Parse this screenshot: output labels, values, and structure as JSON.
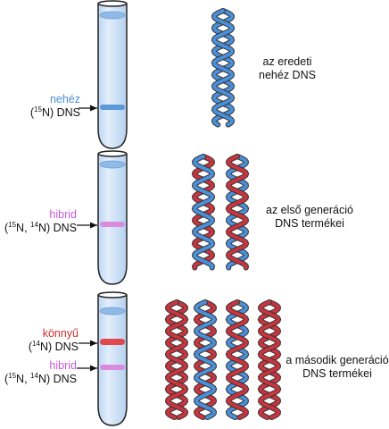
{
  "rows": [
    {
      "bands": [
        {
          "label": "nehéz",
          "color_class": "blue",
          "desc_pre": "(",
          "desc_sup1": "15",
          "desc_mid": "N) DNS",
          "desc_sup2": "",
          "desc_end": ""
        }
      ],
      "result": [
        "az eredeti",
        "nehéz DNS"
      ]
    },
    {
      "bands": [
        {
          "label": "hibrid",
          "color_class": "pink",
          "desc_pre": "(",
          "desc_sup1": "15",
          "desc_mid": "N, ",
          "desc_sup2": "14",
          "desc_end": "N) DNS"
        }
      ],
      "result": [
        "az első generáció",
        "DNS termékei"
      ]
    },
    {
      "bands": [
        {
          "label": "könnyű",
          "color_class": "red",
          "desc_pre": "(",
          "desc_sup1": "14",
          "desc_mid": "N) DNS",
          "desc_sup2": "",
          "desc_end": ""
        },
        {
          "label": "hibrid",
          "color_class": "pink",
          "desc_pre": "(",
          "desc_sup1": "15",
          "desc_mid": "N, ",
          "desc_sup2": "14",
          "desc_end": "N) DNS"
        }
      ],
      "result": [
        "a második generáció",
        "DNS termékei"
      ]
    }
  ],
  "colors": {
    "heavy_strand": "#4a8fd8",
    "light_strand": "#c8353f",
    "tube_liquid": "#cfe3f7",
    "band_heavy": "#5a9ad8",
    "band_hybrid": "#d98be0",
    "band_light": "#e0474f"
  },
  "icons": [
    "centrifuge-tube",
    "arrow-right-icon",
    "dna-double-helix"
  ]
}
